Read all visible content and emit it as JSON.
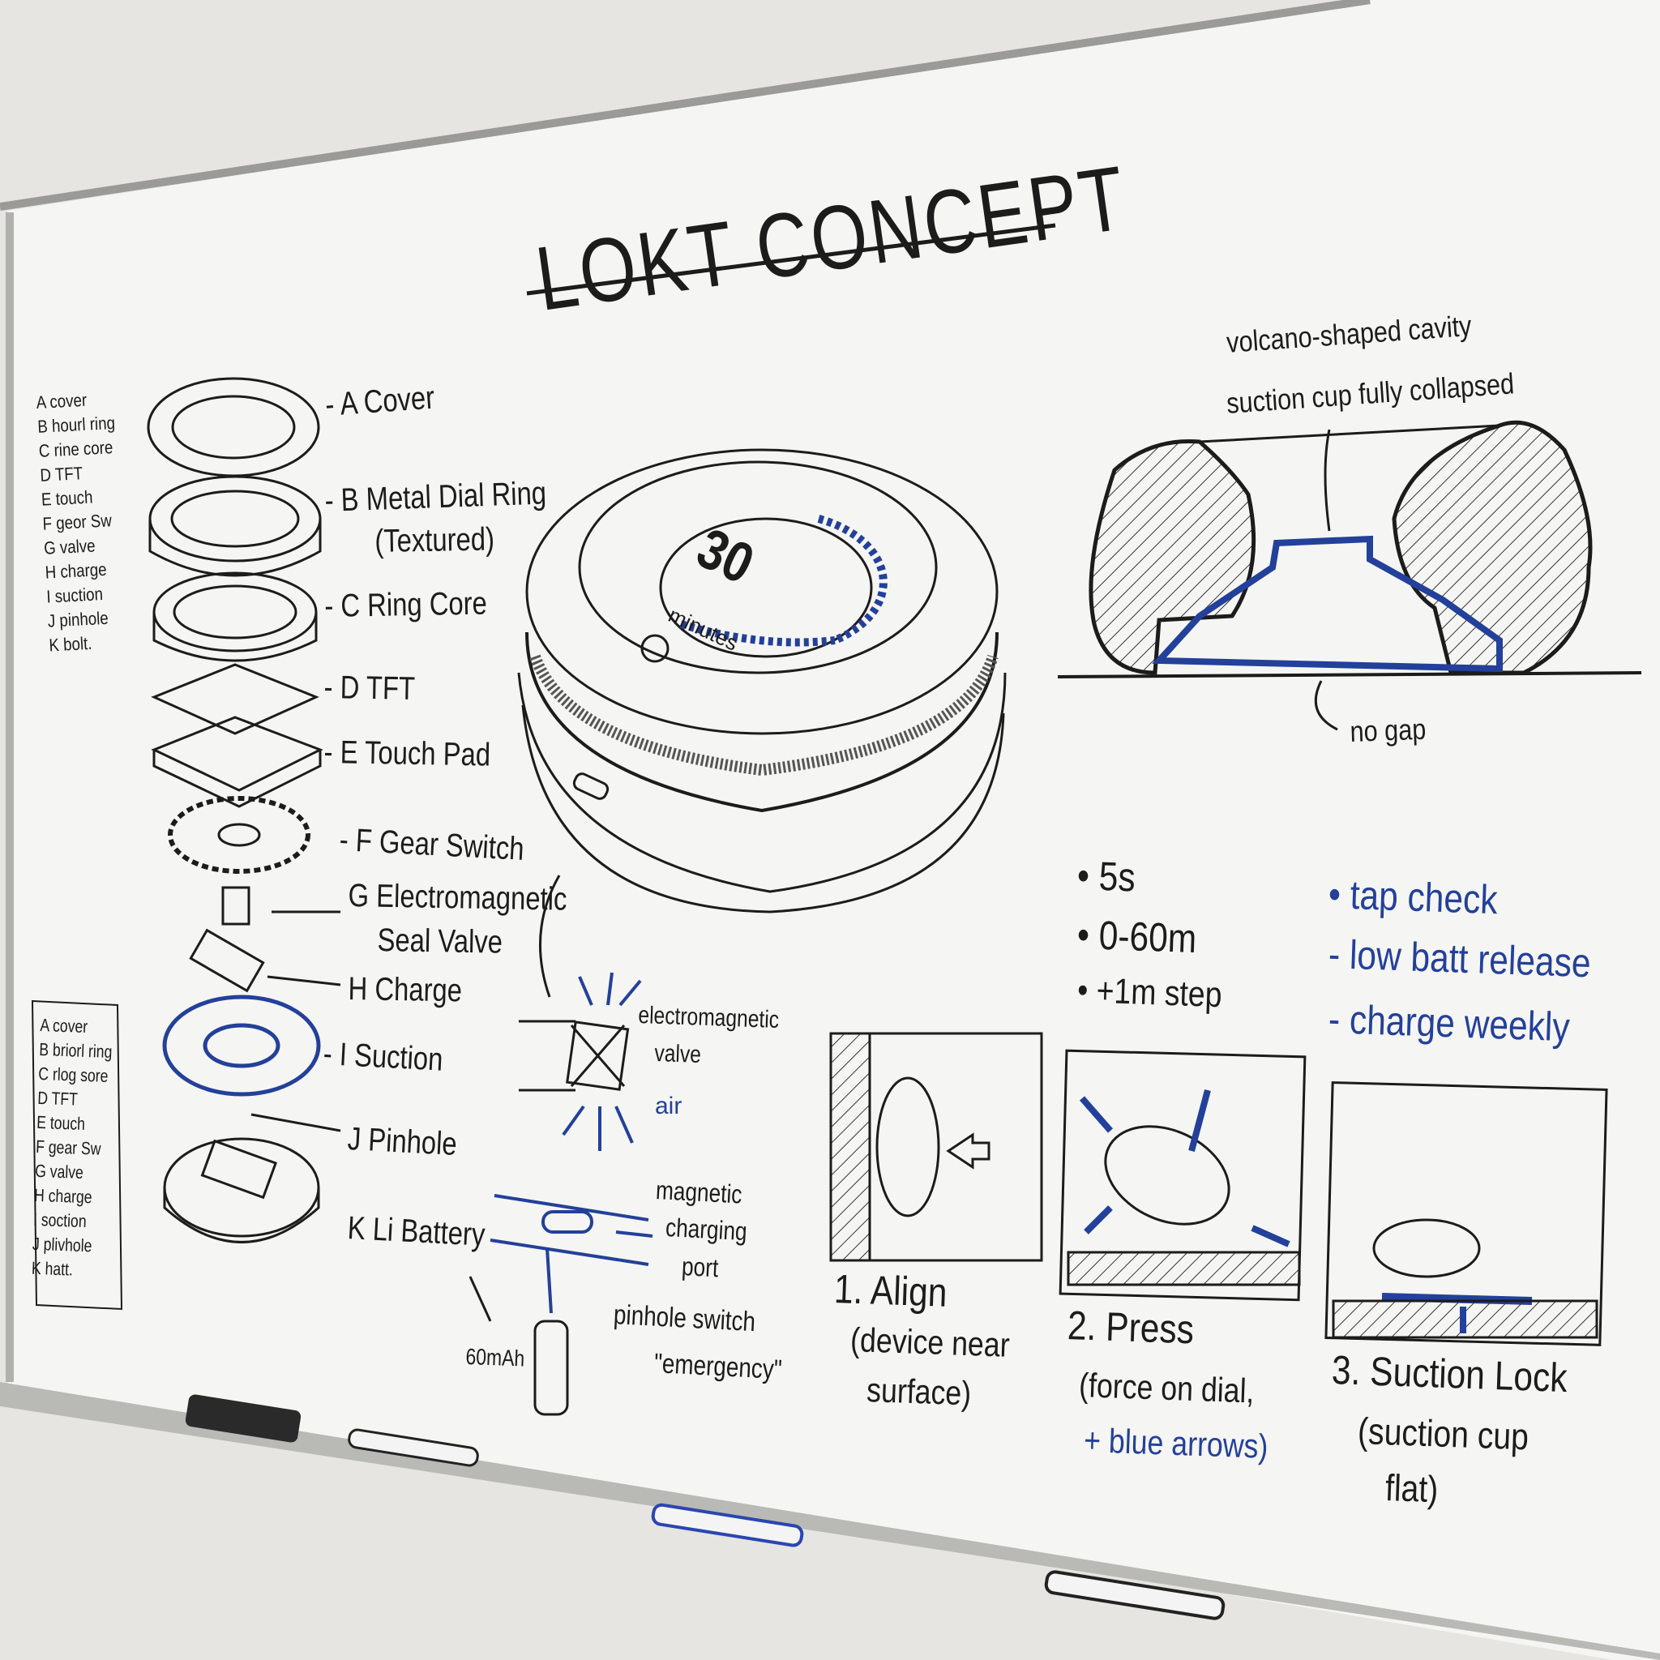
{
  "title": "LOKT CONCEPT",
  "legend_top": [
    "A cover",
    "B hourl ring",
    "C rine core",
    "D TFT",
    "E touch",
    "F geor Sw",
    "G valve",
    "H charge",
    "I suction",
    "J pinhole",
    "K bolt."
  ],
  "legend_bottom": [
    "A cover",
    "B briorl ring",
    "C rlog sore",
    "D TFT",
    "E touch",
    "F gear Sw",
    "G valve",
    "H charge",
    "I soction",
    "J plivhole",
    "K hatt."
  ],
  "parts": {
    "a": "- A Cover",
    "b": "- B Metal Dial Ring",
    "b2": "(Textured)",
    "c": "- C Ring Core",
    "d": "- D TFT",
    "e": "- E Touch Pad",
    "f": "- F Gear Switch",
    "g": "G Electromagnetic",
    "g2": "Seal Valve",
    "h": "H Charge",
    "i": "- I Suction",
    "j": "J Pinhole",
    "k": "K Li Battery"
  },
  "device": {
    "display_value": "30",
    "display_unit": "minutes"
  },
  "cross_section": {
    "line1": "volcano-shaped cavity",
    "line2": "suction cup fully collapsed",
    "no_gap": "no gap"
  },
  "valve": {
    "line1": "electromagnetic",
    "line2": "valve",
    "air": "air"
  },
  "charging": {
    "line1": "magnetic",
    "line2": "charging",
    "line3": "port",
    "pin1": "pinhole switch",
    "pin2": "\"emergency\"",
    "battery": "60mAh"
  },
  "specs": [
    "• 5s",
    "• 0-60m",
    "• +1m step"
  ],
  "features": [
    "• tap check",
    "- low batt release",
    "- charge weekly"
  ],
  "steps": [
    {
      "l1": "1. Align",
      "l2": "(device near",
      "l3": "surface)"
    },
    {
      "l1": "2. Press",
      "l2": "(force on dial,",
      "l3": "+ blue arrows)"
    },
    {
      "l1": "3. Suction Lock",
      "l2": "(suction cup",
      "l3": "flat)"
    }
  ],
  "colors": {
    "ink": "#1c1c1c",
    "blue_ink": "#23409a",
    "board": "#f4f4f2",
    "wall": "#e6e5e1"
  }
}
